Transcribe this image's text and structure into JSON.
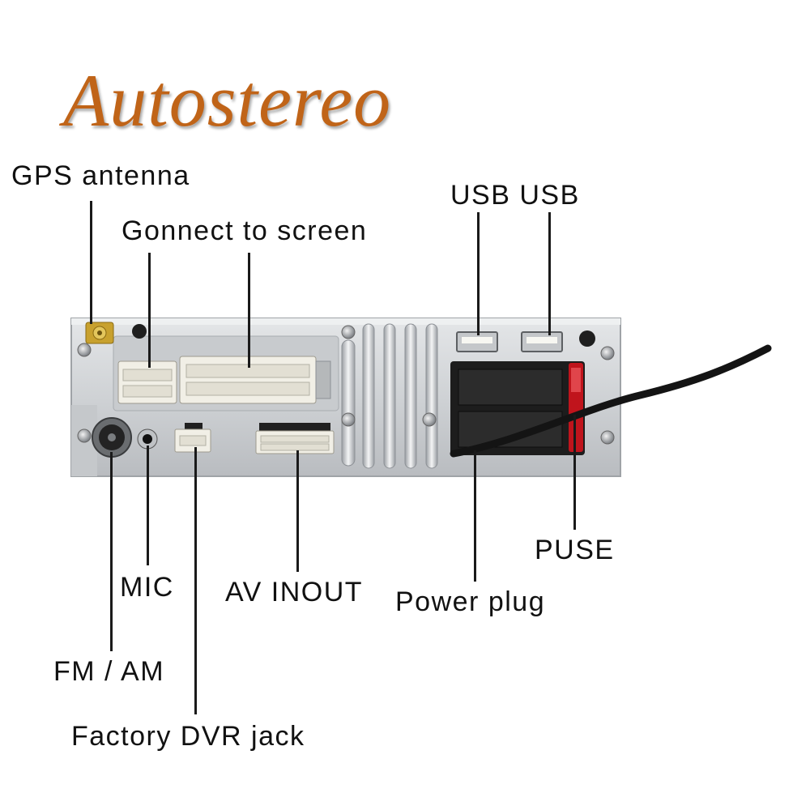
{
  "brand": {
    "name": "Autostereo",
    "color": "#c06418"
  },
  "labels": {
    "gps_antenna": "GPS antenna",
    "connect_to_screen": "Gonnect to screen",
    "usb_pair": "USB USB",
    "mic": "MIC",
    "av_inout": "AV INOUT",
    "power_plug": "Power plug",
    "fuse": "PUSE",
    "fm_am": "FM / AM",
    "factory_dvr_jack": "Factory DVR jack"
  },
  "colors": {
    "panel": "#d2d4d6",
    "connector": "#f1efe6",
    "plug": "#1d1d1d",
    "fuse": "#c0141c",
    "antenna": "#c8a12e",
    "label_text": "#111111"
  }
}
